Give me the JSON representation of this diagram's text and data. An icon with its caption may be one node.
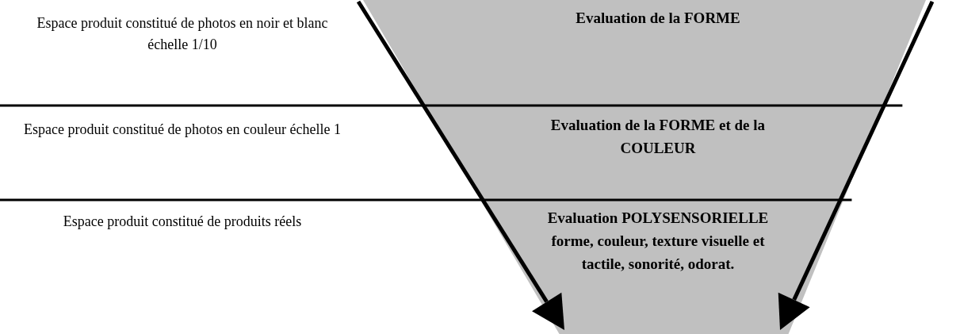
{
  "diagram": {
    "nodes": [
      {
        "text": [
          "Evaluation de la FORME"
        ]
      },
      {
        "text": [
          "Evaluation de la FORME et de la COULEUR"
        ]
      },
      {
        "text": [
          "Evaluation POLYSENSORIELLE",
          "forme, couleur, texture visuelle et tactile, sonorité, odorat."
        ]
      }
    ],
    "edges": [],
    "labels": [
      "Espace produit constitué de photos en noir et blanc échelle 1/10",
      "Espace produit constitué de photos en couleur échelle 1",
      "Espace produit constitué de produits réels"
    ]
  }
}
